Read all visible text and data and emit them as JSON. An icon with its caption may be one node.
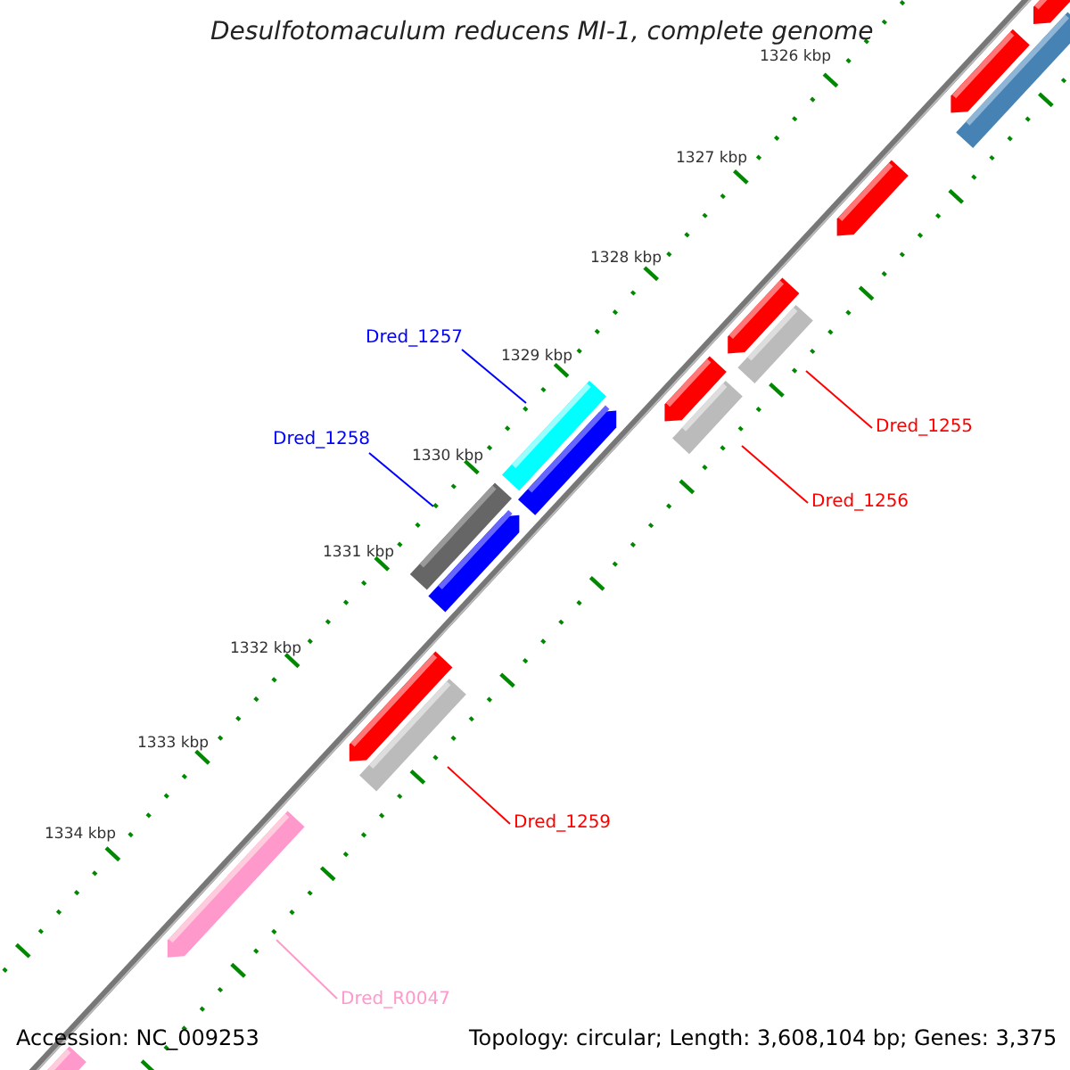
{
  "diagram": {
    "title": "Desulfotomaculum reducens MI-1, complete genome",
    "nodes": [
      {
        "text": [
          "Dred_1257"
        ]
      },
      {
        "text": [
          "Dred_1258"
        ]
      },
      {
        "text": [
          "Dred_1255"
        ]
      },
      {
        "text": [
          "Dred_1256"
        ]
      },
      {
        "text": [
          "Dred_1259"
        ]
      },
      {
        "text": [
          "Dred_R0047"
        ]
      },
      {
        "text": [],
        "shape": "bar"
      },
      {
        "text": [],
        "shape": "bar"
      },
      {
        "text": [],
        "shape": "bar"
      },
      {
        "text": [],
        "shape": "bar"
      },
      {
        "text": [],
        "shape": "bar"
      },
      {
        "text": [],
        "shape": "bar"
      }
    ],
    "edges": [
      {
        "from": 0,
        "to": 6,
        "arrow": "none",
        "color": "#0000ff"
      },
      {
        "from": 1,
        "to": 7,
        "arrow": "none",
        "color": "#0000ff"
      },
      {
        "from": 2,
        "to": 8,
        "arrow": "none"
      },
      {
        "from": 3,
        "to": 9,
        "arrow": "none"
      },
      {
        "from": 4,
        "to": 10,
        "arrow": "none"
      },
      {
        "from": 5,
        "to": 11,
        "arrow": "none",
        "color": "#ff99cc"
      }
    ],
    "labels": [
      "1326 kbp",
      "1327 kbp",
      "1328 kbp",
      "1329 kbp",
      "1330 kbp",
      "1331 kbp",
      "1332 kbp",
      "1333 kbp",
      "1334 kbp",
      "Accession: NC_009253",
      "Topology: circular; Length: 3,608,104 bp; Genes: 3,375"
    ]
  }
}
